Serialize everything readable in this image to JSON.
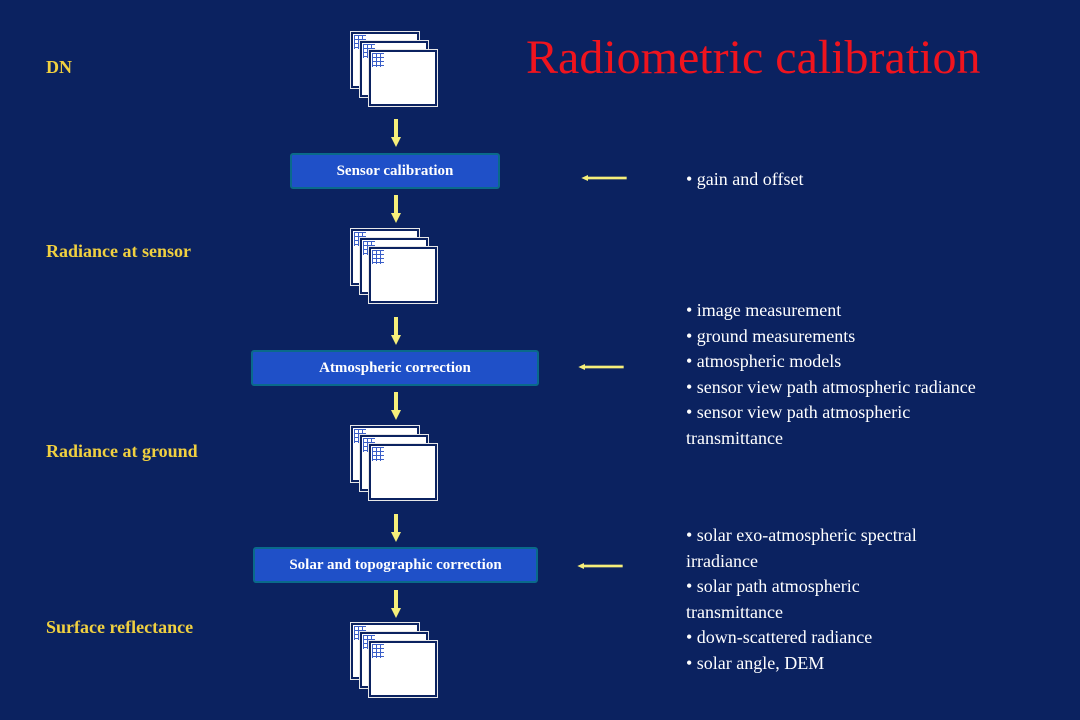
{
  "title": "Radiometric calibration",
  "stages": [
    "DN",
    "Radiance at sensor",
    "Radiance at ground",
    "Surface reflectance"
  ],
  "steps": [
    "Sensor calibration",
    "Atmospheric correction",
    "Solar and topographic correction"
  ],
  "notes": {
    "sensor": [
      "• gain and offset"
    ],
    "atmospheric": [
      "• image measurement",
      "• ground measurements",
      "• atmospheric models",
      "•  sensor view path atmospheric radiance",
      "•  sensor view path atmospheric",
      "transmittance"
    ],
    "solar": [
      "• solar exo-atmospheric spectral",
      "irradiance",
      "• solar path atmospheric",
      "transmittance",
      "• down-scattered radiance",
      "• solar angle, DEM"
    ]
  },
  "colors": {
    "background": "#0b2260",
    "title": "#f0141e",
    "stage_label": "#f0d040",
    "arrow": "#f6ef7a",
    "box": "#1f50c8"
  },
  "icons": [
    "image-stack-icon",
    "down-arrow-icon",
    "left-arrow-icon"
  ]
}
